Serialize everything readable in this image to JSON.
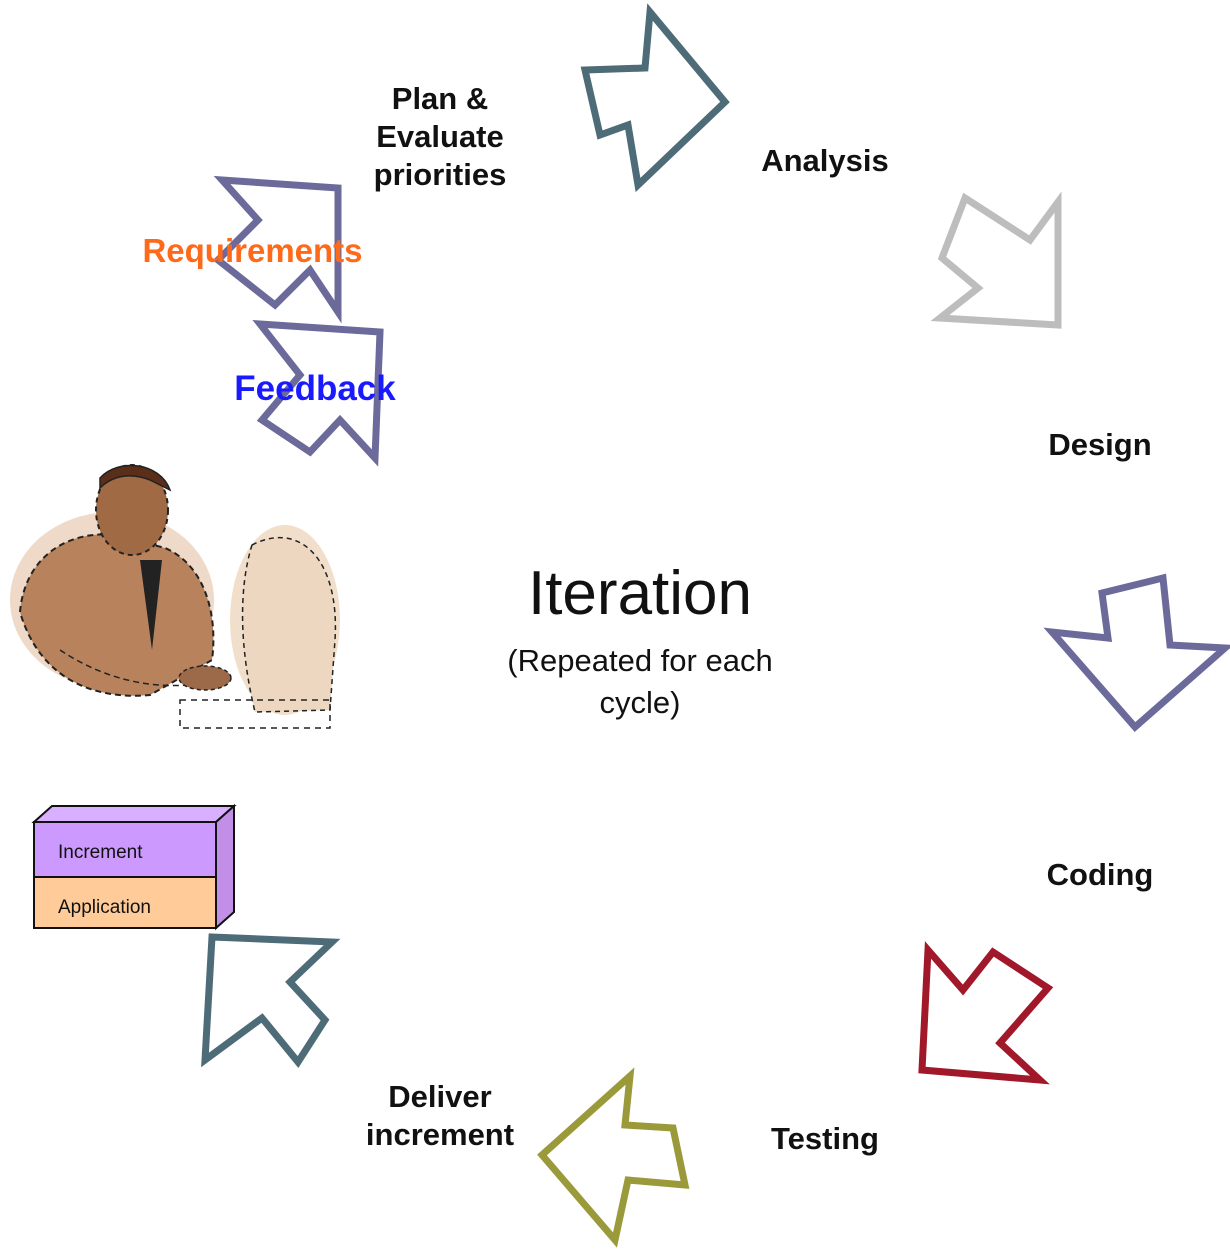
{
  "diagram": {
    "center_title": "Iteration",
    "center_subtitle_line1": "(Repeated for each",
    "center_subtitle_line2": "cycle)",
    "stages": {
      "plan_line1": "Plan &",
      "plan_line2": "Evaluate",
      "plan_line3": "priorities",
      "analysis": "Analysis",
      "design": "Design",
      "coding": "Coding",
      "testing": "Testing",
      "deliver_line1": "Deliver",
      "deliver_line2": "increment"
    },
    "inputs": {
      "requirements": "Requirements",
      "feedback": "Feedback"
    },
    "stack": {
      "top_label": "Increment",
      "bottom_label": "Application"
    },
    "colors": {
      "arrow_slate": "#4e6b78",
      "arrow_gray": "#bdbdbd",
      "arrow_purple": "#6b6a9a",
      "arrow_red": "#a0182a",
      "arrow_olive": "#9a9a3a",
      "requirements_text": "#ff6a1a",
      "feedback_text": "#1a1aff",
      "increment_fill": "#cc99ff",
      "application_fill": "#ffcc99"
    },
    "icons": [
      "person-at-computer-icon"
    ]
  }
}
